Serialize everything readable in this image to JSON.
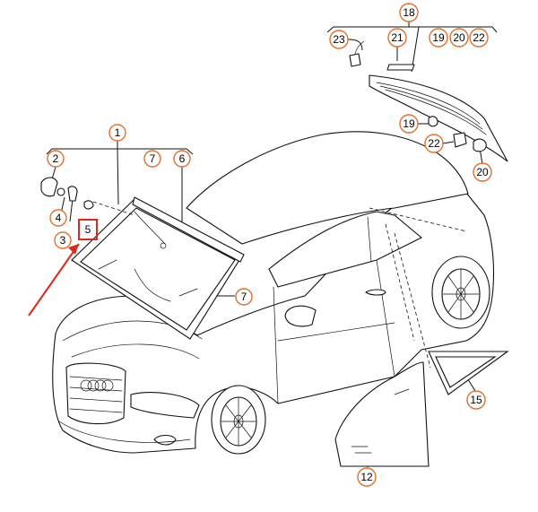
{
  "callouts": [
    {
      "id": "c1",
      "label": "1"
    },
    {
      "id": "c2",
      "label": "2"
    },
    {
      "id": "c3",
      "label": "3"
    },
    {
      "id": "c4",
      "label": "4"
    },
    {
      "id": "c5",
      "label": "5"
    },
    {
      "id": "c6",
      "label": "6"
    },
    {
      "id": "c7a",
      "label": "7"
    },
    {
      "id": "c7b",
      "label": "7"
    },
    {
      "id": "c12",
      "label": "12"
    },
    {
      "id": "c15",
      "label": "15"
    },
    {
      "id": "c18",
      "label": "18"
    },
    {
      "id": "c19a",
      "label": "19"
    },
    {
      "id": "c19b",
      "label": "19"
    },
    {
      "id": "c20a",
      "label": "20"
    },
    {
      "id": "c20b",
      "label": "20"
    },
    {
      "id": "c21",
      "label": "21"
    },
    {
      "id": "c22a",
      "label": "22"
    },
    {
      "id": "c22b",
      "label": "22"
    },
    {
      "id": "c23",
      "label": "23"
    }
  ],
  "highlight": {
    "label": "5",
    "color": "#e0261a"
  },
  "colors": {
    "callout_ring": "#e0702a",
    "arrow": "#e0261a",
    "line": "#111111"
  }
}
